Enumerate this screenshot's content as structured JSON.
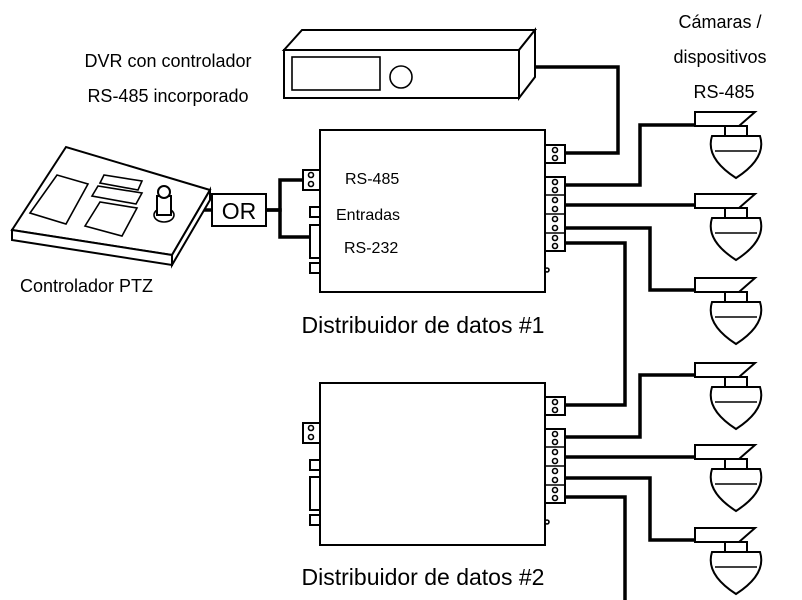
{
  "labels": {
    "dvr_line1": "DVR con controlador",
    "dvr_line2": "RS-485 incorporado",
    "cameras_line1": "Cámaras /",
    "cameras_line2": "dispositivos",
    "cameras_line3": "RS-485",
    "rs485": "RS-485",
    "entradas": "Entradas",
    "rs232": "RS-232",
    "or": "OR",
    "controller": "Controlador PTZ",
    "distributor1": "Distribuidor de datos #1",
    "distributor2": "Distribuidor de datos #2"
  },
  "colors": {
    "line": "#000000",
    "background": "#ffffff"
  }
}
